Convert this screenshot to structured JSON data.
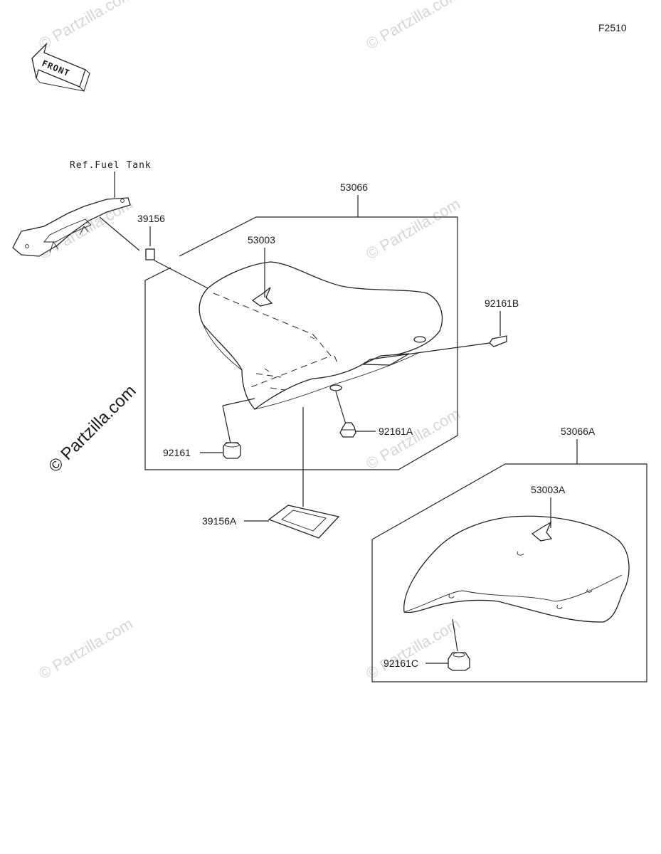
{
  "figure_code": "F2510",
  "front_label": "FRONT",
  "watermark": "© Partzilla.com",
  "watermark_side": "© Partzilla.com",
  "parts": {
    "ref_fuel_tank": "Ref.Fuel Tank",
    "seat_assy": "53066",
    "seat_assy_a": "53066A",
    "hook": "53003",
    "hook_a": "53003A",
    "pad_39156": "39156",
    "pad_39156a": "39156A",
    "damper_92161": "92161",
    "damper_92161a": "92161A",
    "damper_92161b": "92161B",
    "damper_92161c": "92161C"
  }
}
